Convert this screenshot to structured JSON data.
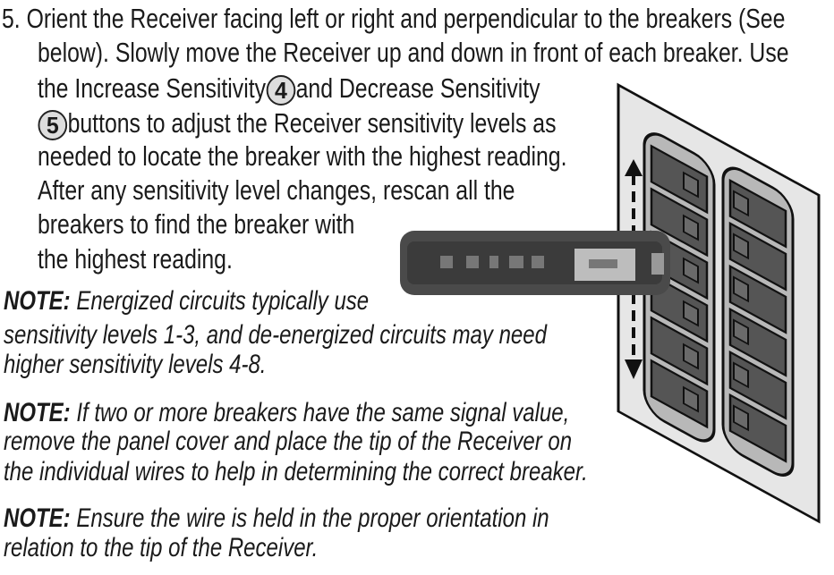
{
  "step": {
    "number": "5.",
    "lines": [
      "Orient the Receiver facing left or right and perpendicular to the breakers (See",
      "below).  Slowly move the Receiver up and down in front of each breaker.  Use",
      "the Increase Sensitivity",
      "and Decrease Sensitivity",
      "buttons to adjust the Receiver sensitivity levels as",
      "needed to locate the breaker with the highest reading.",
      "After any sensitivity level changes, rescan all the",
      "breakers to find the breaker with",
      "the highest reading."
    ],
    "button_increase": "4",
    "button_decrease": "5"
  },
  "notes": [
    {
      "label": "NOTE:",
      "lines": [
        "Energized circuits typically use",
        "sensitivity levels 1-3, and de-energized circuits may need",
        "higher sensitivity levels 4-8."
      ]
    },
    {
      "label": "NOTE:",
      "lines": [
        "If two or more breakers have the same signal value,",
        "remove the panel cover and place the tip of the Receiver on",
        "the individual wires to help in determining the correct breaker."
      ]
    },
    {
      "label": "NOTE:",
      "lines": [
        "Ensure the wire is held in the proper orientation in",
        "relation to the tip of the Receiver."
      ]
    }
  ],
  "illustration": {
    "panel_color": "#e6e6e6",
    "breaker_color": "#555555",
    "receiver_color": "#4a4a4a"
  }
}
